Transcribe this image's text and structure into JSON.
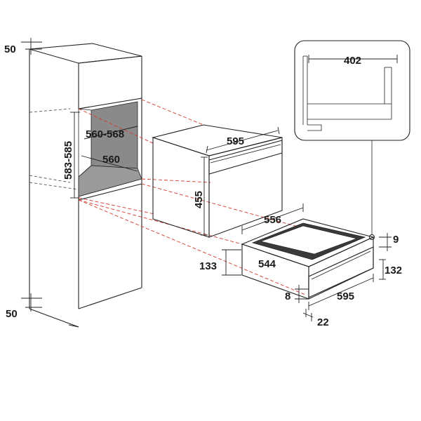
{
  "dimensions": {
    "column_top_gap": "50",
    "column_bottom_gap": "50",
    "niche_height": "583-585",
    "niche_depth": "560-568",
    "niche_width": "560",
    "oven_width": "595",
    "oven_height": "455",
    "detail_depth": "402",
    "drawer_depth": "556",
    "drawer_inner": "544",
    "drawer_height": "133",
    "drawer_top_gap": "9",
    "drawer_front_height": "132",
    "drawer_bottom_gap": "8",
    "drawer_width": "595",
    "drawer_side": "22"
  }
}
